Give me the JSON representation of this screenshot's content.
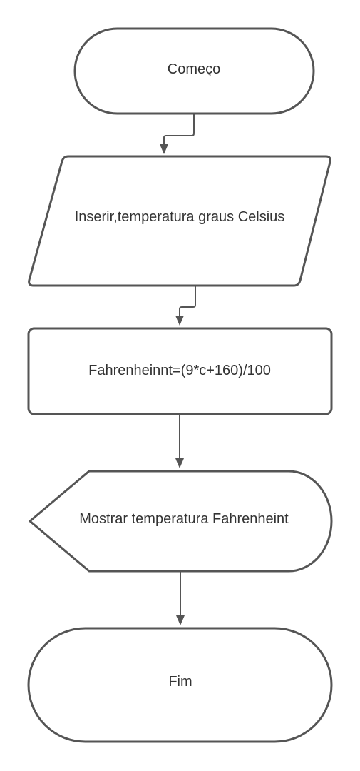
{
  "diagram": {
    "type": "flowchart",
    "colors": {
      "stroke": "#555555",
      "fill": "#ffffff",
      "text": "#333333"
    },
    "nodes": [
      {
        "id": "start",
        "shape": "terminator",
        "label": "Começo"
      },
      {
        "id": "input",
        "shape": "parallelogram",
        "label": "Inserir,temperatura graus Celsius"
      },
      {
        "id": "process",
        "shape": "rectangle",
        "label": "Fahrenheinnt=(9*c+160)/100"
      },
      {
        "id": "display",
        "shape": "display",
        "label": "Mostrar temperatura Fahrenheint"
      },
      {
        "id": "end",
        "shape": "terminator",
        "label": "Fim"
      }
    ],
    "edges": [
      {
        "from": "start",
        "to": "input"
      },
      {
        "from": "input",
        "to": "process"
      },
      {
        "from": "process",
        "to": "display"
      },
      {
        "from": "display",
        "to": "end"
      }
    ]
  }
}
